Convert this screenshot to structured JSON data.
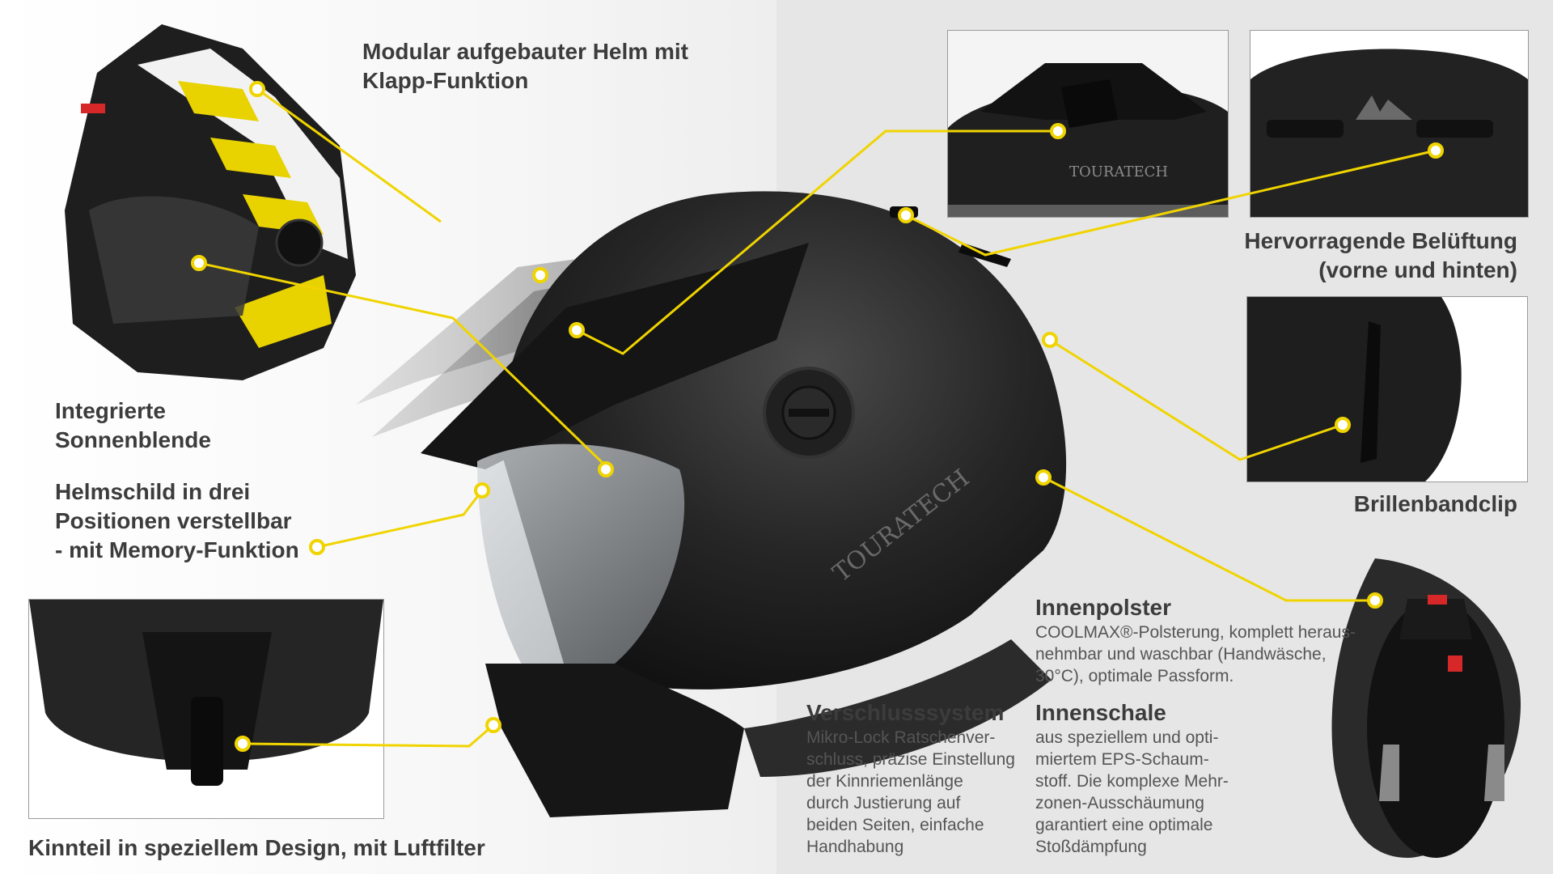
{
  "labels": {
    "modular": [
      "Modular aufgebauter Helm mit",
      "Klapp-Funktion"
    ],
    "sunvisor": [
      "Integrierte",
      "Sonnenblende"
    ],
    "peak": [
      "Helmschild in drei",
      "Positionen verstellbar",
      "- mit Memory-Funktion"
    ],
    "chin": "Kinnteil in speziellem Design, mit Luftfilter",
    "ventilation": [
      "Hervorragende Belüftung",
      "(vorne und hinten)"
    ],
    "goggle_clip": "Brillenbandclip"
  },
  "features": {
    "closure": {
      "title": "Verschlusssystem",
      "lines": [
        "Mikro-Lock Ratschenver-",
        "schluss, präzise Einstellung",
        "der Kinnriemenlänge",
        "durch Justierung auf",
        "beiden Seiten, einfache",
        "Handhabung"
      ]
    },
    "padding": {
      "title": "Innenpolster",
      "lines": [
        "COOLMAX®-Polsterung, komplett heraus-",
        "nehmbar und waschbar (Handwäsche,",
        "30°C), optimale Passform."
      ]
    },
    "shell": {
      "title": "Innenschale",
      "lines": [
        "aus speziellem und opti-",
        "miertem EPS-Schaum-",
        "stoff. Die komplexe Mehr-",
        "zonen-Ausschäumung",
        "garantiert eine optimale",
        "Stoßdämpfung"
      ]
    }
  },
  "brand": "TOURATECH",
  "colors": {
    "accent": "#f0d400",
    "helmet": "#1c1c1c",
    "text": "#3c3c3c",
    "panel": "#e6e6e6"
  }
}
